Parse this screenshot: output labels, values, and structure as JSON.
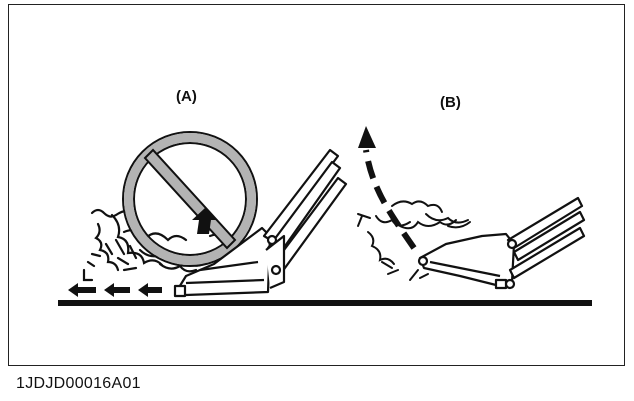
{
  "figure": {
    "panel_a_label": "(A)",
    "panel_b_label": "(B)",
    "figure_code": "1JDJD00016A01"
  },
  "colors": {
    "ink": "#111111",
    "prohibition_gray": "#b3b3b3",
    "background": "#ffffff"
  },
  "icons": {
    "prohibition": "prohibition-icon",
    "arrow": "arrow-icon"
  }
}
